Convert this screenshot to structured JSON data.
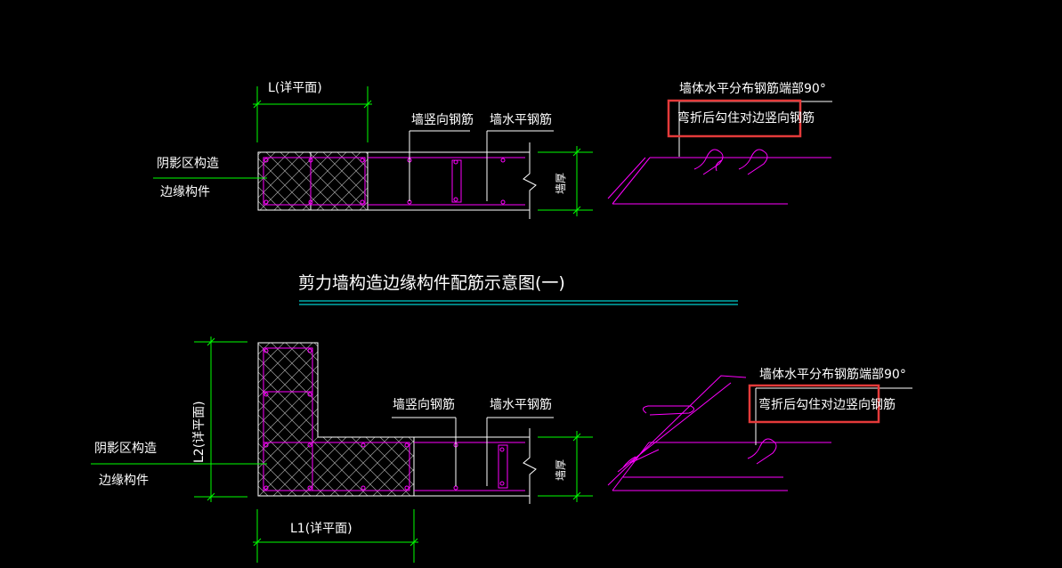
{
  "title": "剪力墙构造边缘构件配筋示意图(一)",
  "colors": {
    "background": "#000000",
    "dimension": "#00ff00",
    "rebar": "#ff00ff",
    "outline": "#ffffff",
    "title_underline": "#00ffff",
    "highlight_box": "#e43a3a"
  },
  "top_diagram": {
    "dim_label": "L(详平面)",
    "label_shadow_line1": "阴影区构造",
    "label_shadow_line2": "边缘构件",
    "label_vertical_rebar": "墙竖向钢筋",
    "label_horizontal_rebar": "墙水平钢筋",
    "label_wall_thickness": "墙厚",
    "detail_label_line1": "墙体水平分布钢筋端部90°",
    "detail_label_line2": "弯折后勾住对边竖向钢筋"
  },
  "bottom_diagram": {
    "dim_label_vertical": "L2(详平面)",
    "dim_label_horizontal": "L1(详平面)",
    "label_shadow_line1": "阴影区构造",
    "label_shadow_line2": "边缘构件",
    "label_vertical_rebar": "墙竖向钢筋",
    "label_horizontal_rebar": "墙水平钢筋",
    "label_wall_thickness": "墙厚",
    "detail_label_line1": "墙体水平分布钢筋端部90°",
    "detail_label_line2": "弯折后勾住对边竖向钢筋"
  }
}
